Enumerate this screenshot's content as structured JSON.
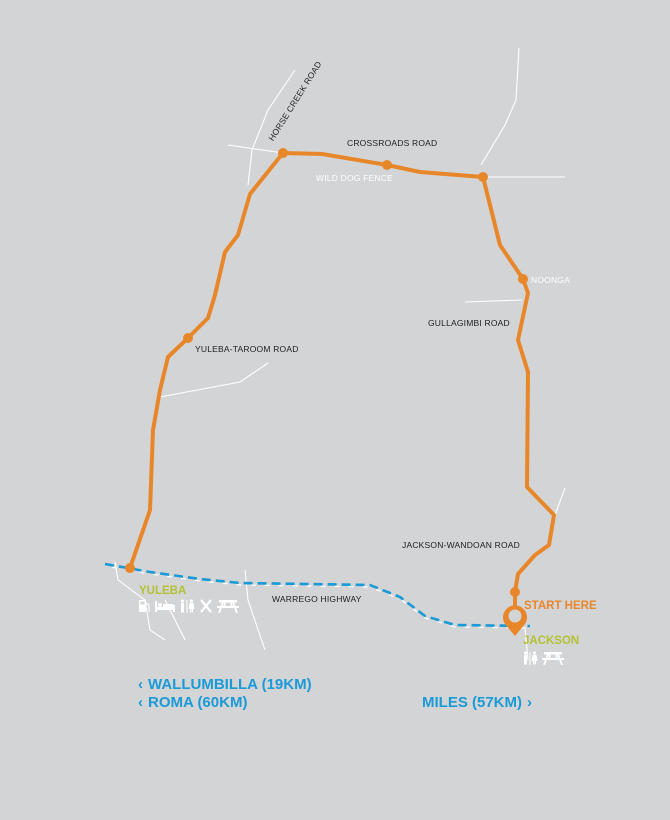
{
  "colors": {
    "background": "#d3d4d6",
    "route": "#e8872a",
    "highway": "#1a9ad6",
    "minor_road": "#ffffff",
    "town": "#b3c234",
    "start": "#e8872a"
  },
  "map": {
    "roads": {
      "horse_creek": "HORSE CREEK ROAD",
      "crossroads": "CROSSROADS ROAD",
      "wild_dog_fence": "WILD DOG FENCE",
      "noonga": "NOONGA",
      "gullagimbi": "GULLAGIMBI ROAD",
      "yuleba_taroom": "YULEBA-TAROOM ROAD",
      "jackson_wandoan": "JACKSON-WANDOAN ROAD",
      "warrego": "WARREGO HIGHWAY"
    },
    "towns": {
      "yuleba": "YULEBA",
      "jackson": "JACKSON"
    },
    "start_label": "START HERE",
    "amenities": {
      "yuleba": [
        "fuel-icon",
        "accommodation-icon",
        "toilets-icon",
        "food-icon",
        "picnic-table-icon"
      ],
      "jackson": [
        "toilets-icon",
        "picnic-table-icon"
      ]
    },
    "destinations": {
      "west": [
        {
          "label": "WALLUMBILLA (19KM)",
          "arrow": "‹"
        },
        {
          "label": "ROMA (60KM)",
          "arrow": "‹"
        }
      ],
      "east": {
        "label": "MILES (57KM)",
        "arrow": "›"
      }
    }
  }
}
